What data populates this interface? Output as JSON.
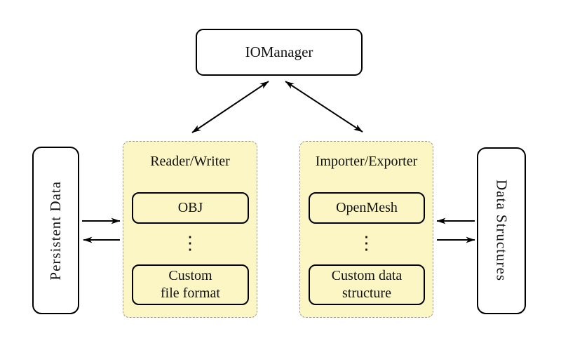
{
  "diagram": {
    "iomanager": {
      "label": "IOManager"
    },
    "persistent_data": {
      "label": "Persistent Data"
    },
    "data_structures": {
      "label": "Data Structures"
    },
    "reader_writer": {
      "title": "Reader/Writer",
      "format_top": "OBJ",
      "ellipsis": "⋮",
      "format_bottom": "Custom\nfile format"
    },
    "importer_exporter": {
      "title": "Importer/Exporter",
      "format_top": "OpenMesh",
      "ellipsis": "⋮",
      "format_bottom": "Custom data\nstructure"
    }
  },
  "colors": {
    "background": "#FFFFFF",
    "group_fill": "#FBF6C4",
    "group_border": "#9A9A9A",
    "node_fill": "#FFFFFF",
    "node_border": "#000000",
    "arrow": "#000000"
  }
}
